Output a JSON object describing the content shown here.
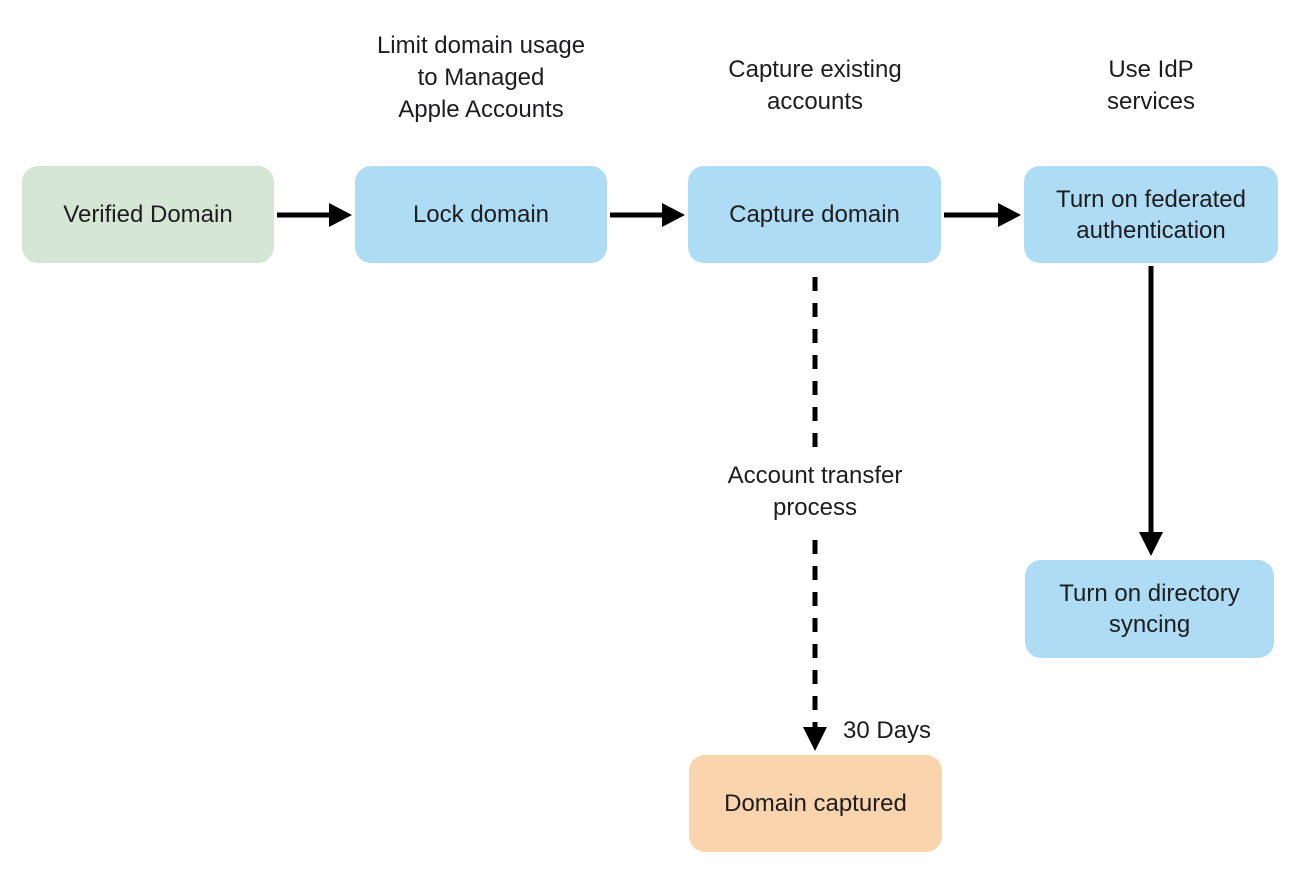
{
  "diagram": {
    "type": "flowchart",
    "background": "#ffffff",
    "colors": {
      "start_node_fill": "#d5e7d4",
      "process_node_fill": "#aedcf5",
      "end_node_fill": "#fad4ad",
      "text": "#1d1d1f",
      "arrow": "#000000"
    },
    "nodes": {
      "verified_domain": {
        "label": "Verified Domain",
        "fill": "#d5e7d4"
      },
      "lock_domain": {
        "label": "Lock domain",
        "fill": "#aedcf5"
      },
      "capture_domain": {
        "label": "Capture domain",
        "fill": "#aedcf5"
      },
      "federated_auth": {
        "label": "Turn on federated authentication",
        "fill": "#aedcf5"
      },
      "directory_syncing": {
        "label": "Turn on directory syncing",
        "fill": "#aedcf5"
      },
      "domain_captured": {
        "label": "Domain captured",
        "fill": "#fad4ad"
      }
    },
    "annotations": {
      "limit_domain_usage": "Limit domain usage\nto Managed\nApple Accounts",
      "capture_existing": "Capture existing\naccounts",
      "use_idp": "Use IdP\nservices",
      "account_transfer": "Account transfer\nprocess",
      "thirty_days": "30 Days"
    },
    "edges": [
      {
        "from": "verified_domain",
        "to": "lock_domain",
        "style": "solid"
      },
      {
        "from": "lock_domain",
        "to": "capture_domain",
        "style": "solid"
      },
      {
        "from": "capture_domain",
        "to": "federated_auth",
        "style": "solid"
      },
      {
        "from": "federated_auth",
        "to": "directory_syncing",
        "style": "solid"
      },
      {
        "from": "capture_domain",
        "to": "domain_captured",
        "style": "dashed",
        "labels": [
          "Account transfer process",
          "30 Days"
        ]
      }
    ]
  }
}
